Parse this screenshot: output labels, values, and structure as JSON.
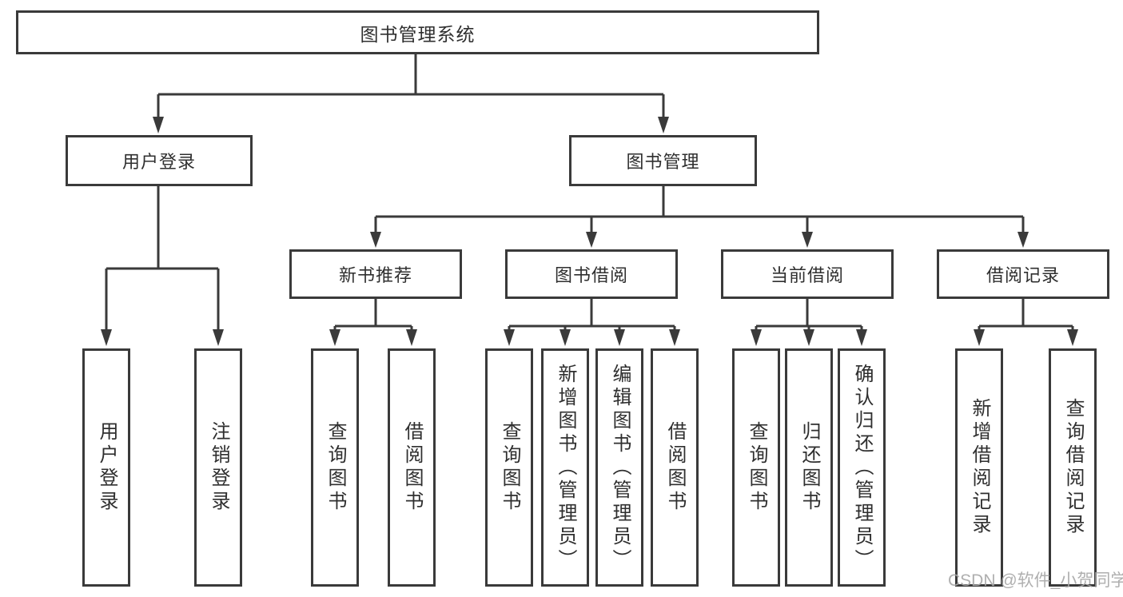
{
  "diagram": {
    "root": {
      "label": "图书管理系统"
    },
    "user_branch": {
      "label": "用户登录",
      "children": [
        {
          "label": "用户登录"
        },
        {
          "label": "注销登录"
        }
      ]
    },
    "book_branch": {
      "label": "图书管理",
      "sections": [
        {
          "label": "新书推荐",
          "children": [
            {
              "label": "查询图书"
            },
            {
              "label": "借阅图书"
            }
          ]
        },
        {
          "label": "图书借阅",
          "children": [
            {
              "label": "查询图书"
            },
            {
              "label": "新增图书（管理员）"
            },
            {
              "label": "编辑图书（管理员）"
            },
            {
              "label": "借阅图书"
            }
          ]
        },
        {
          "label": "当前借阅",
          "children": [
            {
              "label": "查询图书"
            },
            {
              "label": "归还图书"
            },
            {
              "label": "确认归还（管理员）"
            }
          ]
        },
        {
          "label": "借阅记录",
          "children": [
            {
              "label": "新增借阅记录"
            },
            {
              "label": "查询借阅记录"
            }
          ]
        }
      ]
    }
  },
  "watermark": {
    "text": "CSDN @软件_小贺同学"
  },
  "colors": {
    "line": "#3a3a3a",
    "box_border": "#3a3a3a",
    "text": "#2f2f2f",
    "watermark": "#a8a8a8",
    "background": "#ffffff"
  }
}
